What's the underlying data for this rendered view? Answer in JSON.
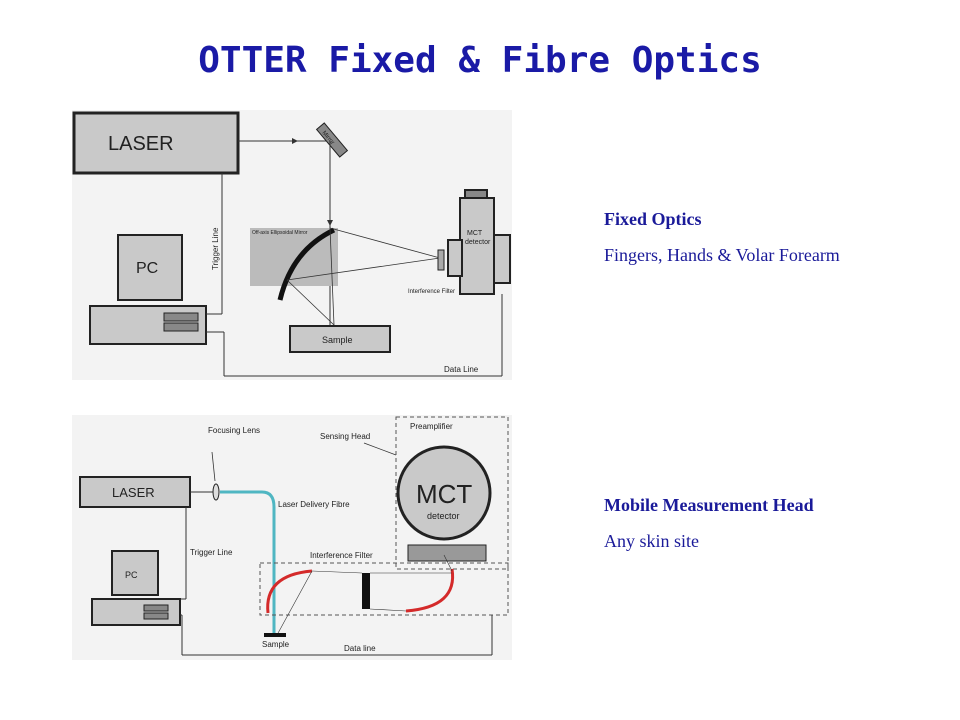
{
  "title": "OTTER Fixed & Fibre Optics",
  "colors": {
    "title": "#1a1aa6",
    "caption": "#1a1a99",
    "diagram_bg": "#f3f3f3",
    "fibre": "#4fb6c2",
    "mirror": "#d42a2a"
  },
  "fixed": {
    "heading": "Fixed Optics",
    "text": "Fingers, Hands & Volar Forearm",
    "labels": {
      "laser": "LASER",
      "pc": "PC",
      "mirror": "Mirror",
      "trigger": "Trigger Line",
      "ellipsoid": "Off-axis Ellipsoidal Mirror",
      "mct": "MCT",
      "detector": "detector",
      "filter": "Interference Filter",
      "sample": "Sample",
      "data": "Data Line"
    }
  },
  "mobile": {
    "heading": "Mobile Measurement Head",
    "text": "Any skin site",
    "labels": {
      "laser": "LASER",
      "pc": "PC",
      "focusing": "Focusing Lens",
      "fibre": "Laser Delivery Fibre",
      "sensing": "Sensing Head",
      "preamp": "Preamplifier",
      "mct": "MCT",
      "detector": "detector",
      "trigger": "Trigger Line",
      "filter": "Interference Filter",
      "sample": "Sample",
      "data": "Data line"
    }
  }
}
